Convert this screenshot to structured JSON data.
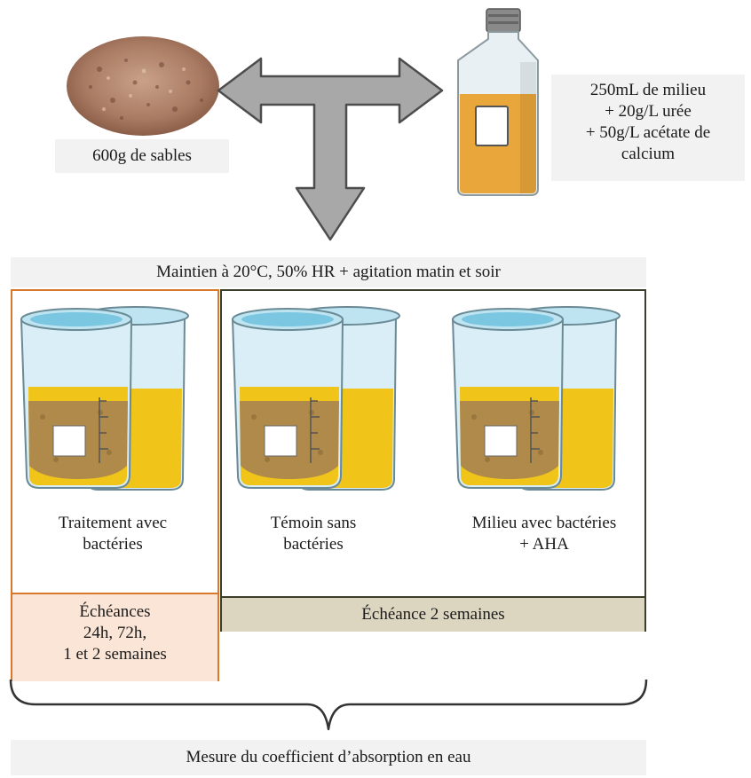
{
  "sand_label": "600g de sables",
  "bottle_label": [
    "250mL de milieu",
    "+ 20g/L urée",
    "+ 50g/L acétate de",
    "calcium"
  ],
  "conditions_label": "Maintien  à 20°C, 50% HR + agitation  matin et soir",
  "beakers": [
    {
      "label": [
        "Traitement  avec",
        "bactéries"
      ]
    },
    {
      "label": [
        "Témoin sans",
        "bactéries"
      ]
    },
    {
      "label": [
        "Milieu  avec bactéries",
        "+ AHA"
      ]
    }
  ],
  "deadlines_left": [
    "Échéances",
    "24h, 72h,",
    "1 et 2 semaines"
  ],
  "deadline_right": "Échéance 2 semaines",
  "measure_label": "Mesure du coefficient  d’absorption en eau",
  "colors": {
    "orange": "#d9782b",
    "orange_fill": "#fbe5d6",
    "olive": "#3d3d2b",
    "olive_fill": "#dcd6c0",
    "liquid": "#f0c419",
    "sand": "#b08a4a"
  }
}
